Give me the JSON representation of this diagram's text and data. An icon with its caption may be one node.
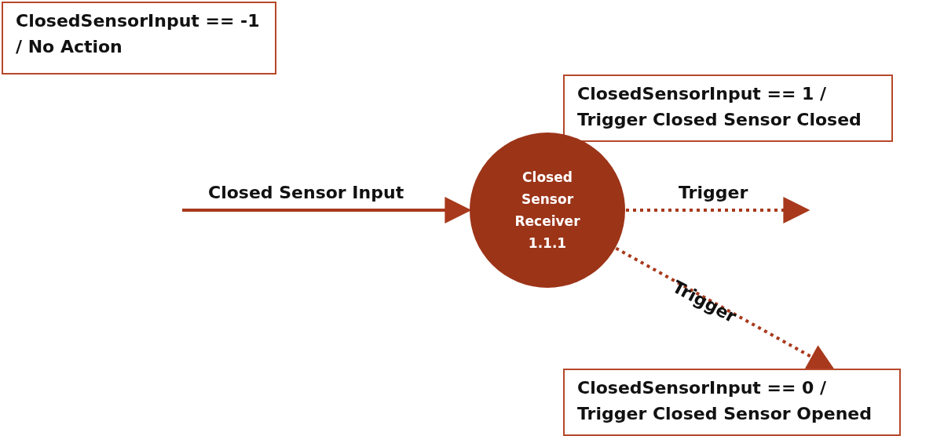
{
  "diagram": {
    "nodes": [
      {
        "text": [
          "ClosedSensorInput == -1 / No Action"
        ]
      },
      {
        "text": [
          "ClosedSensorInput == 1 / Trigger Closed Sensor Closed"
        ]
      },
      {
        "text": [
          "Closed Sensor Receiver 1.1.1"
        ]
      },
      {
        "text": [
          "ClosedSensorInput == 0 / Trigger Closed Sensor Opened"
        ]
      }
    ],
    "edges": [
      {
        "from": null,
        "to": 2,
        "arrow": "to",
        "label": "Closed Sensor Input"
      },
      {
        "from": 2,
        "to": null,
        "arrow": "to",
        "label": "Trigger",
        "style": "dashed"
      },
      {
        "from": 2,
        "to": 3,
        "arrow": "to",
        "label": "Trigger",
        "style": "dashed"
      }
    ]
  }
}
